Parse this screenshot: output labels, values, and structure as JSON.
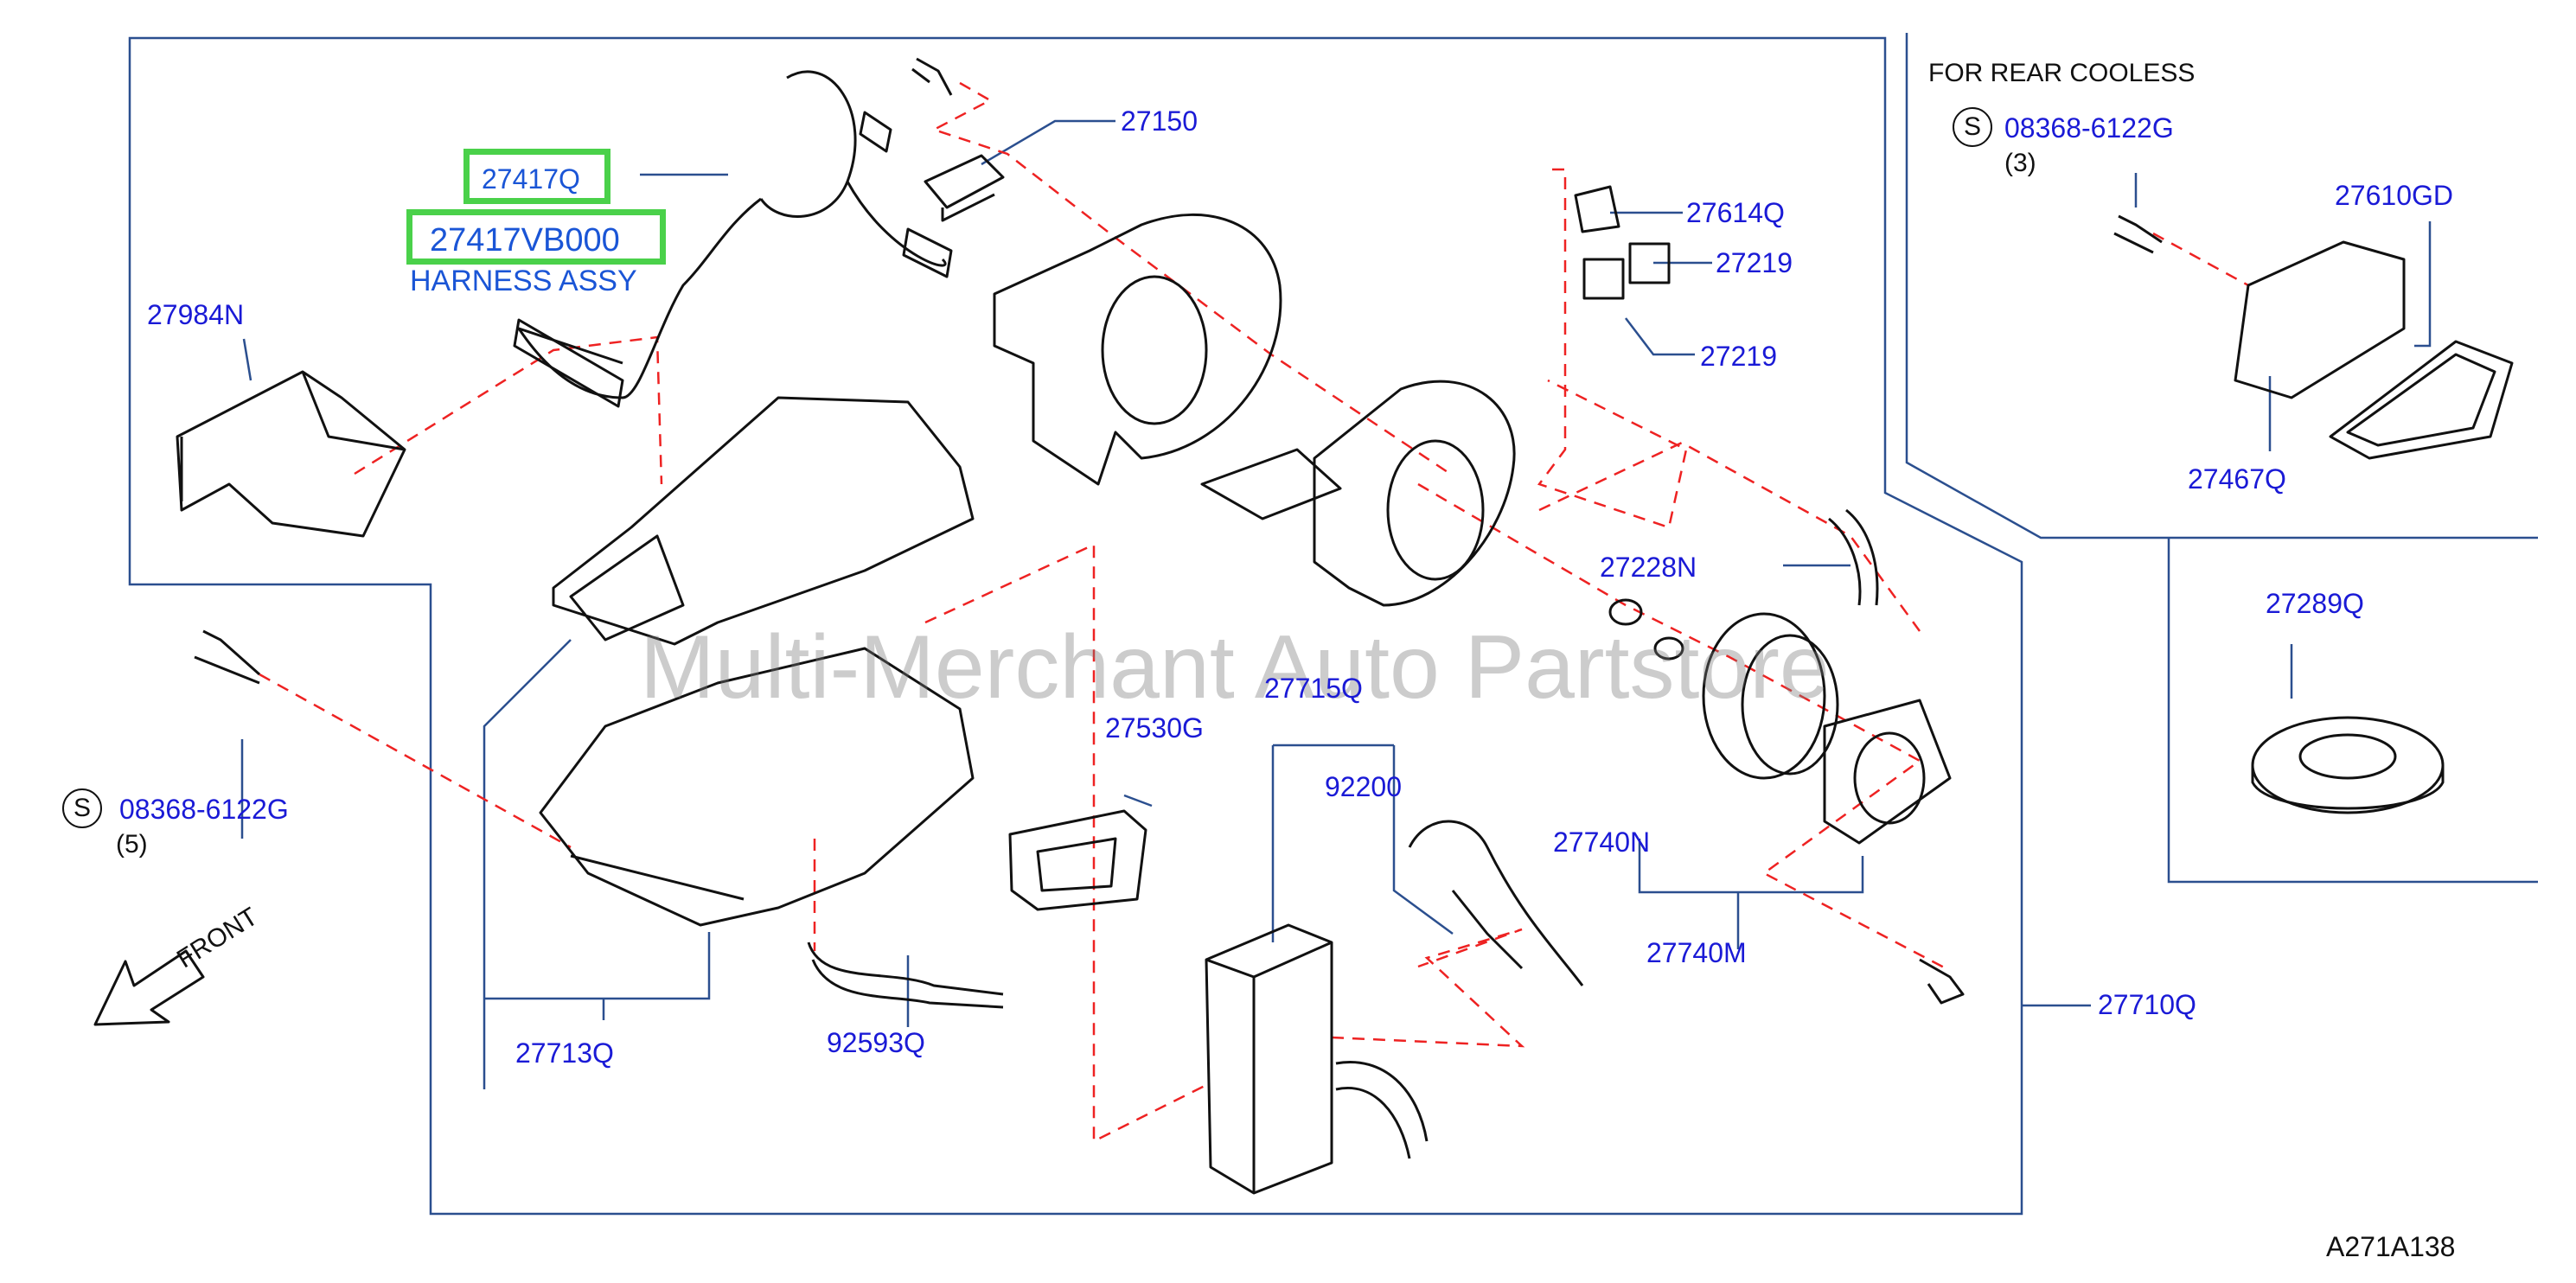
{
  "note_rear_cooler": "FOR   REAR   COOLESS",
  "watermark": "Multi-Merchant Auto Partstore",
  "figure_ref": "A271A138",
  "front_label": "FRONT",
  "selected": {
    "part_a": "27417Q",
    "part_b": "27417VB000",
    "description": "HARNESS ASSY"
  },
  "service_marker": "S",
  "parts": {
    "p27150": "27150",
    "p27984N": "27984N",
    "p27614Q": "27614Q",
    "p27219_top": "27219",
    "p27219_bottom": "27219",
    "p27228N": "27228N",
    "p27715Q": "27715Q",
    "p27530G": "27530G",
    "p92200": "92200",
    "p27740N": "27740N",
    "p27740M": "27740M",
    "p27710Q": "27710Q",
    "p27713Q": "27713Q",
    "p92593Q": "92593Q",
    "p27610GD": "27610GD",
    "p27467Q": "27467Q",
    "p27289Q": "27289Q"
  },
  "bolts": {
    "left": {
      "part": "08368-6122G",
      "qty": "(5)"
    },
    "rear": {
      "part": "08368-6122G",
      "qty": "(3)"
    }
  }
}
